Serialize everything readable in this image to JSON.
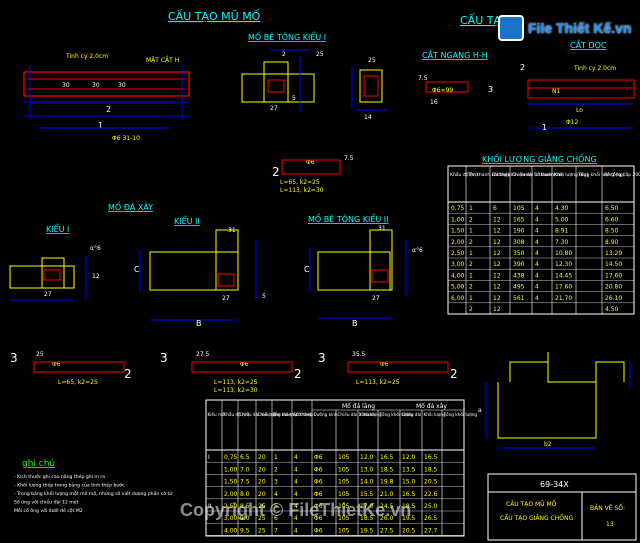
{
  "titles": {
    "main_left": "CẤU TẠO MŨ MỐ",
    "main_right": "CẤU TẠO",
    "mo_be_tong_kieu_1": "MỐ BÊ TÔNG KIỂU I",
    "cat_ngang": "CẮT NGANG H-H",
    "cat_doc": "CẮT DỌC",
    "mo_da_xay": "MỐ ĐÁ XÂY",
    "kieu_1": "KIỂU I",
    "kieu_2": "KIỂU II",
    "mo_be_tong_kieu_2": "MỐ BÊ TÔNG KIỂU II",
    "khoi_luong": "KHỐI LƯỢNG GIẰNG CHỐNG",
    "ghi_chu": "ghi chú"
  },
  "labels": {
    "tinh_cy_1": "Tinh cy 2.0cm",
    "mat_cat": "MẶT CẮT H",
    "phi6_line": "Φ6  31-10",
    "formula_1": "L=65, k2=25",
    "formula_2": "L=113, k2=30",
    "formula_3": "L=113, k2=25",
    "formula_4": "L=113, k2=30",
    "formula_5": "L=113, k2=25",
    "formula_6": "L=65, k2=25",
    "phi6": "Φ6",
    "phi12": "Φ12",
    "phi6_99": "Φ6=99",
    "lo": "Lo",
    "b2": "b2",
    "n1": "N1",
    "tinh_cy_2": "Tinh cy 2.0cm"
  },
  "notes": [
    "- Kích thước ghi cao năng thép ghi m ra",
    "- Khối lượng thép trong bảng của tính thép bước",
    "- Trong bảng khối lượng một mố mố, những số viết dương phần cố tử",
    "  Số ứng với chiều dài 12 mét",
    "  Mỗi cố ống với dưới đề cột M2"
  ],
  "title_block": {
    "drawing_no": "69-34X",
    "line1": "CẤU TẠO MŨ MỐ",
    "line2": "CẤU TẠO GIẰNG CHỐNG",
    "sheet_label": "BẢN VẼ SỐ:",
    "sheet_no": "13"
  },
  "table_right": {
    "headers": [
      "Khẩu độ (m)",
      "Tên thanh cốt thép",
      "Đường kính (mm)",
      "Chiều dài 1 thanh (cm)",
      "Số thanh",
      "Khối lượng (kg)",
      "Tổng khối lượng (kg)",
      "Bê tông cấp 200 (m³)"
    ],
    "rows": [
      [
        "0,75",
        "1",
        "6",
        "105",
        "4",
        "4.30",
        "6.50"
      ],
      [
        "1,00",
        "2",
        "12",
        "165",
        "4",
        "5.00",
        "6.60"
      ],
      [
        "1,50",
        "1",
        "12",
        "190",
        "4",
        "8.91",
        "8.50"
      ],
      [
        "2,00",
        "2",
        "12",
        "308",
        "4",
        "7.30",
        "8.90"
      ],
      [
        "2,50",
        "1",
        "12",
        "350",
        "4",
        "10.80",
        "13.20"
      ],
      [
        "3,00",
        "2",
        "12",
        "390",
        "4",
        "12.30",
        "14.50"
      ],
      [
        "4,00",
        "1",
        "12",
        "438",
        "4",
        "14.45",
        "17.60"
      ],
      [
        "5,00",
        "2",
        "12",
        "495",
        "4",
        "17.60",
        "20.80"
      ],
      [
        "6,00",
        "1",
        "12",
        "561",
        "4",
        "21.70",
        "26.10"
      ],
      [
        "",
        "2",
        "12",
        "",
        "",
        "",
        "4.50"
      ]
    ]
  },
  "table_bottom": {
    "headers": [
      "Kiểu mố",
      "Khẩu độ (m)",
      "Chiều dài mố (m)",
      "Chiều rộng mố (m)",
      "Tên thanh cốt thép",
      "Số thanh",
      "Đường kính",
      "Chiều dài 1 thanh",
      "Khối lượng",
      "Tổng khối lượng",
      "Chiều dài",
      "Khối lượng",
      "Tổng khối lượng"
    ],
    "group_1": "Mố đá lăng",
    "group_2": "Mố đá xây",
    "rows": [
      [
        "I",
        "0,75",
        "6.5",
        "20",
        "1",
        "4",
        "Φ6",
        "105",
        "12.0",
        "16.5",
        "12.0",
        "16.5"
      ],
      [
        "",
        "1,00",
        "7.0",
        "20",
        "2",
        "4",
        "Φ6",
        "105",
        "13.0",
        "18.5",
        "13.5",
        "18.5"
      ],
      [
        "",
        "1,50",
        "7.5",
        "20",
        "3",
        "4",
        "Φ6",
        "105",
        "14.0",
        "19.8",
        "15.0",
        "20.5"
      ],
      [
        "",
        "2,00",
        "8.0",
        "20",
        "4",
        "4",
        "Φ6",
        "105",
        "15.5",
        "21.0",
        "16.5",
        "22.6"
      ],
      [
        "II",
        "2,50",
        "8.5",
        "25",
        "5",
        "4",
        "Φ6",
        "105",
        "17.0",
        "24.5",
        "18.5",
        "25.0"
      ],
      [
        "",
        "3,00",
        "9.0",
        "25",
        "6",
        "4",
        "Φ6",
        "105",
        "18.5",
        "26.0",
        "19.5",
        "26.5"
      ],
      [
        "",
        "4,00",
        "9.5",
        "25",
        "7",
        "4",
        "Φ6",
        "105",
        "19.5",
        "27.5",
        "20.5",
        "27.7"
      ]
    ]
  },
  "watermark": {
    "logo_text": "File Thiết Kế.vn",
    "copyright": "Copyright © FileThietKe.vn"
  },
  "colors": {
    "background": "#000000",
    "dim_lines": "#0000ff",
    "outlines": "#ffff00",
    "rebar": "#ff0000",
    "text": "#00ffff",
    "notes": "#ffffff"
  }
}
